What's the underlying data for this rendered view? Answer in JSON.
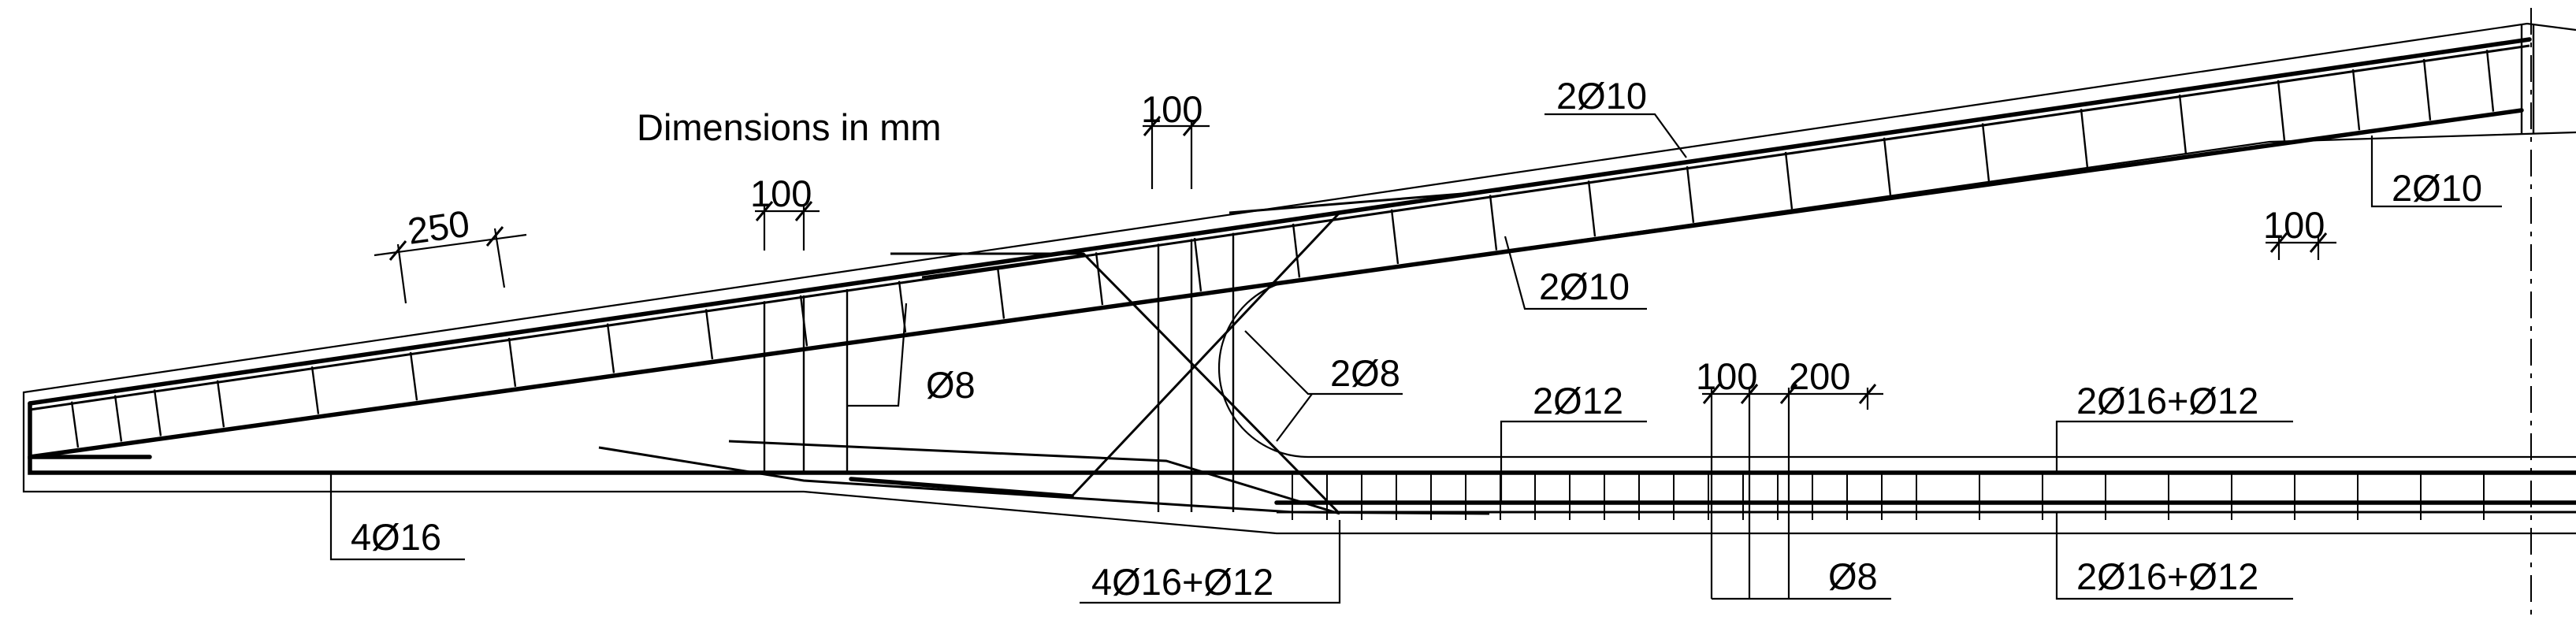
{
  "title": "Dimensions in mm",
  "spacing_labels": {
    "s250": "250",
    "s100_a": "100",
    "s100_b": "100",
    "s100_c": "100",
    "s100_d": "100",
    "s200": "200"
  },
  "bar_labels": {
    "top_2d10_a": "2Ø10",
    "top_2d10_b": "2Ø10",
    "top_2d10_c": "2Ø10",
    "stirrup_d8_a": "Ø8",
    "loop_2d8": "2Ø8",
    "mid_2d12": "2Ø12",
    "right_2d16_d12_top": "2Ø16+Ø12",
    "bottom_4d16": "4Ø16",
    "bottom_4d16_d12": "4Ø16+Ø12",
    "stirrup_d8_b": "Ø8",
    "right_2d16_d12_bottom": "2Ø16+Ø12"
  },
  "colors": {
    "ink": "#000000",
    "background": "#ffffff"
  }
}
